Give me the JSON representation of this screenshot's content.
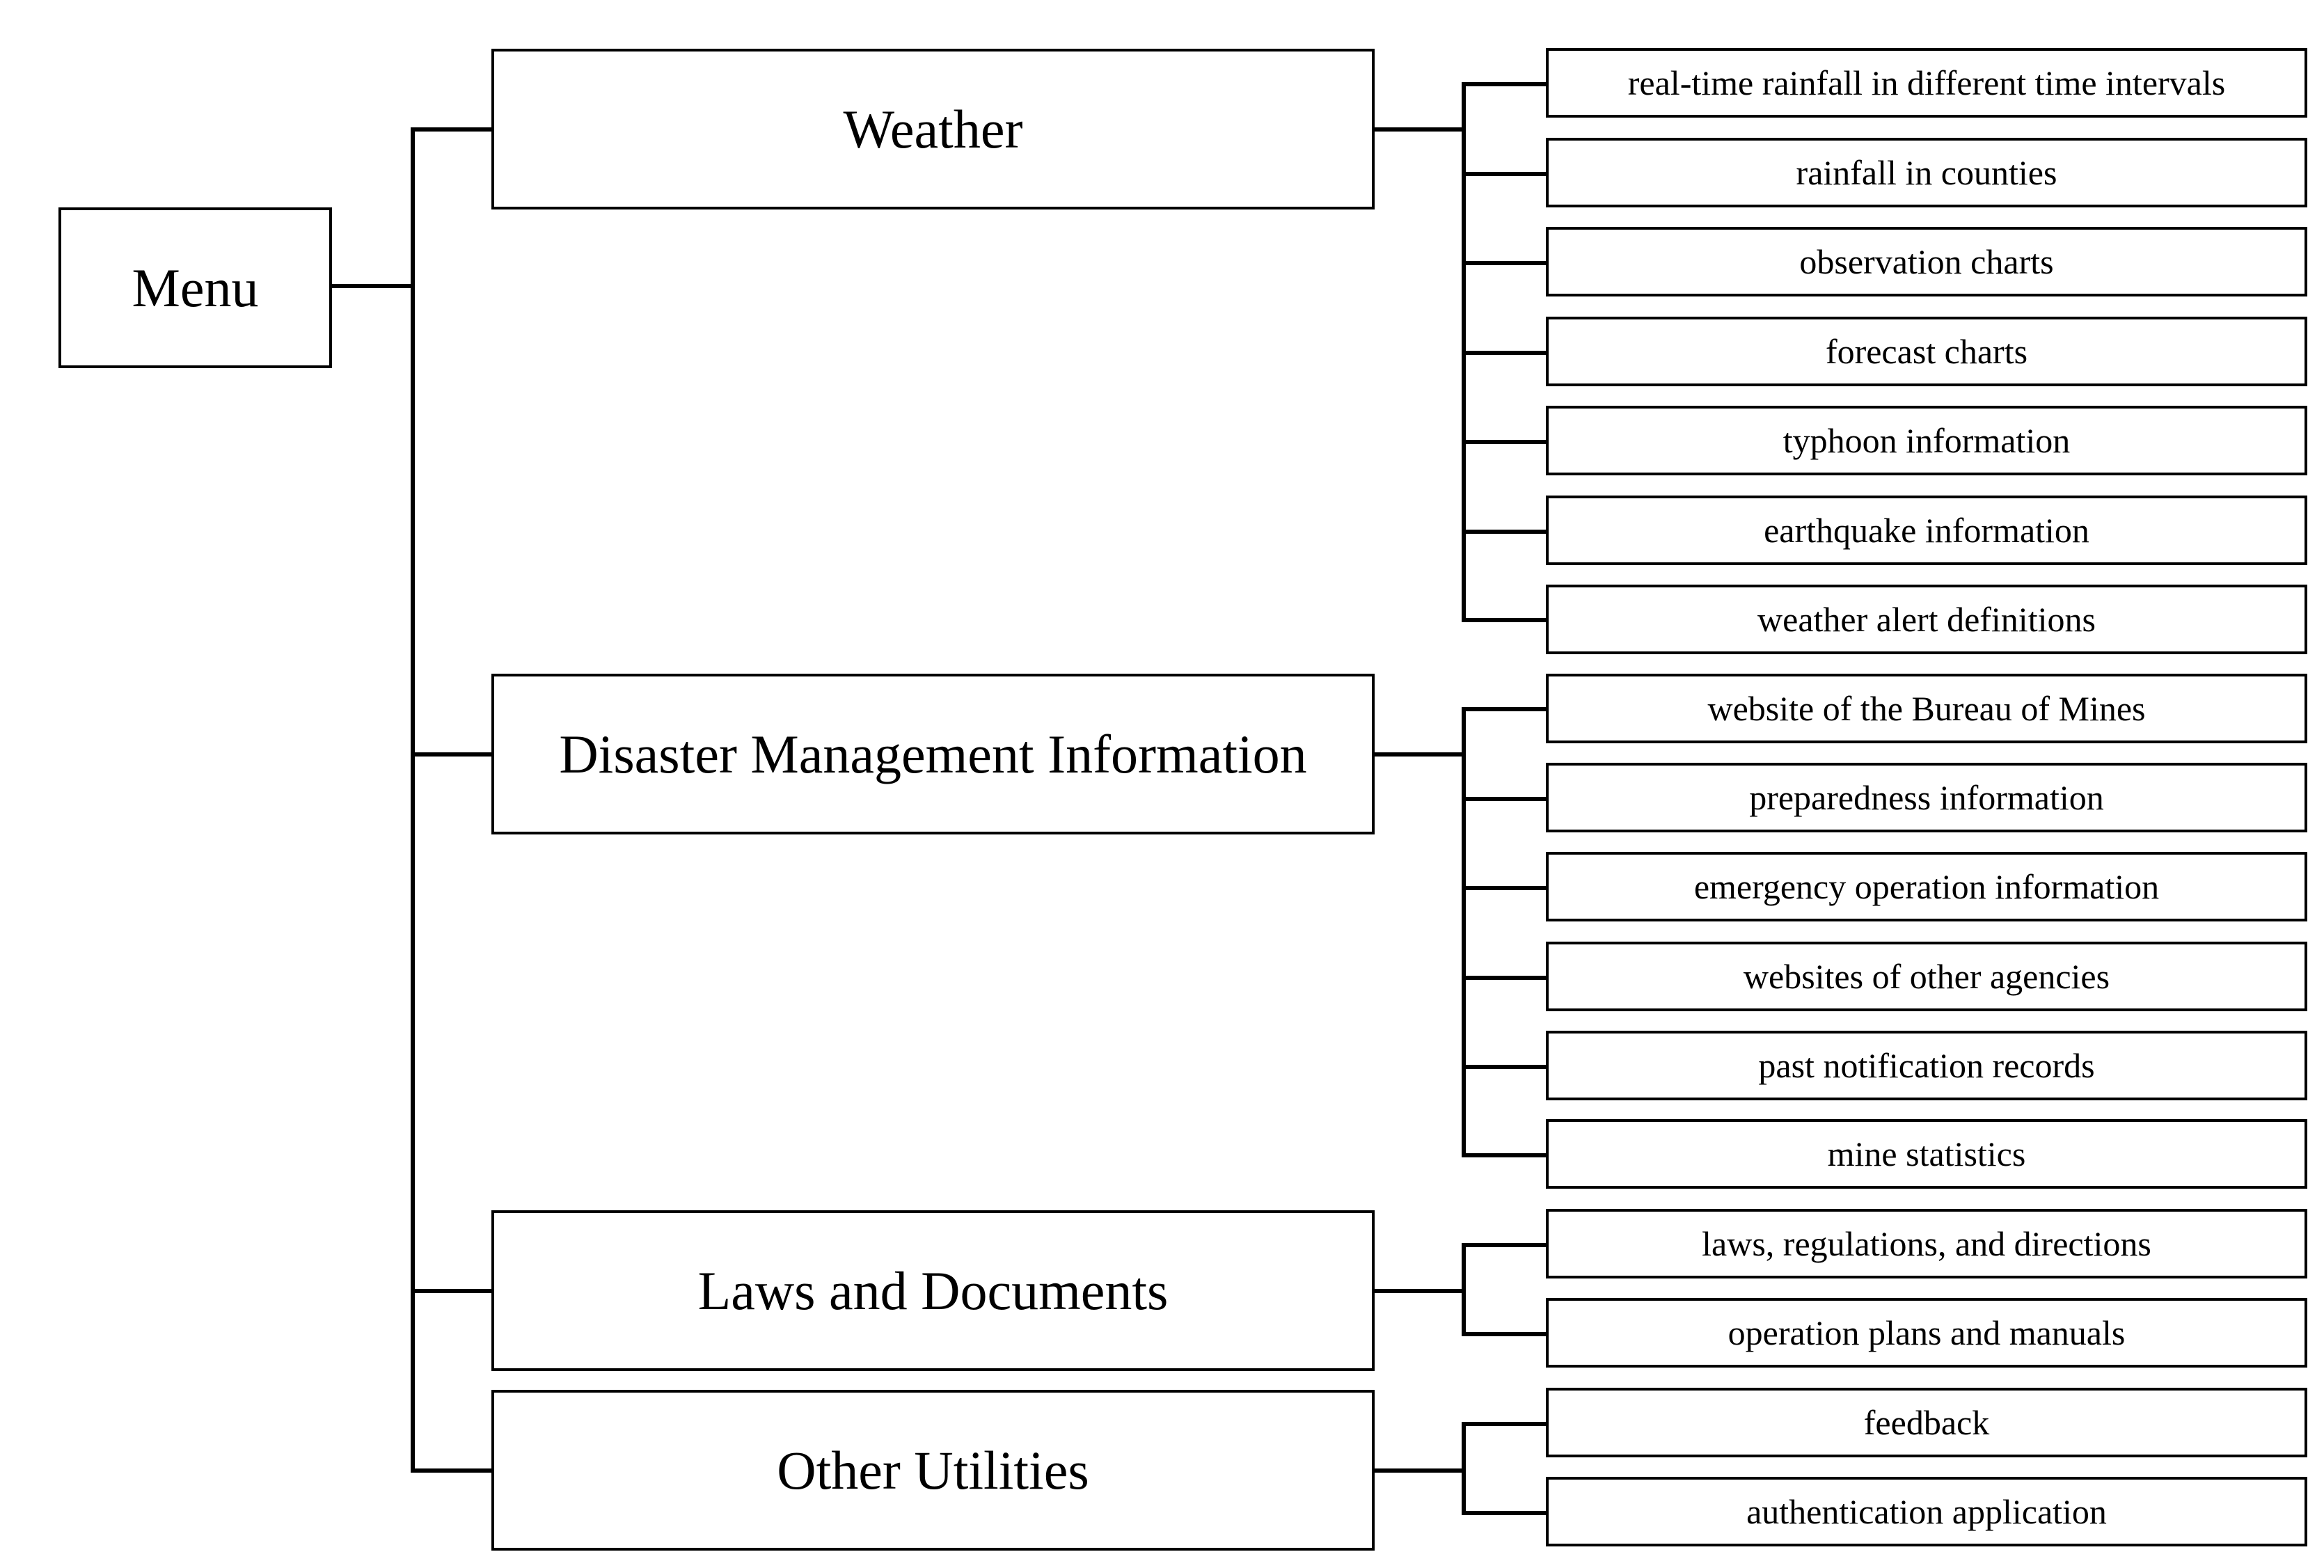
{
  "root": {
    "label": "Menu"
  },
  "categories": [
    {
      "label": "Weather",
      "children": [
        "real-time rainfall in different time intervals",
        "rainfall in counties",
        "observation charts",
        "forecast charts",
        "typhoon information",
        "earthquake information",
        "weather alert definitions"
      ]
    },
    {
      "label": "Disaster Management Information",
      "children": [
        "website of the Bureau of Mines",
        "preparedness information",
        "emergency operation information",
        "websites of other agencies",
        "past notification records",
        "mine statistics"
      ]
    },
    {
      "label": "Laws and Documents",
      "children": [
        "laws, regulations, and directions",
        "operation plans and manuals"
      ]
    },
    {
      "label": "Other Utilities",
      "children": [
        "feedback",
        "authentication application"
      ]
    }
  ]
}
